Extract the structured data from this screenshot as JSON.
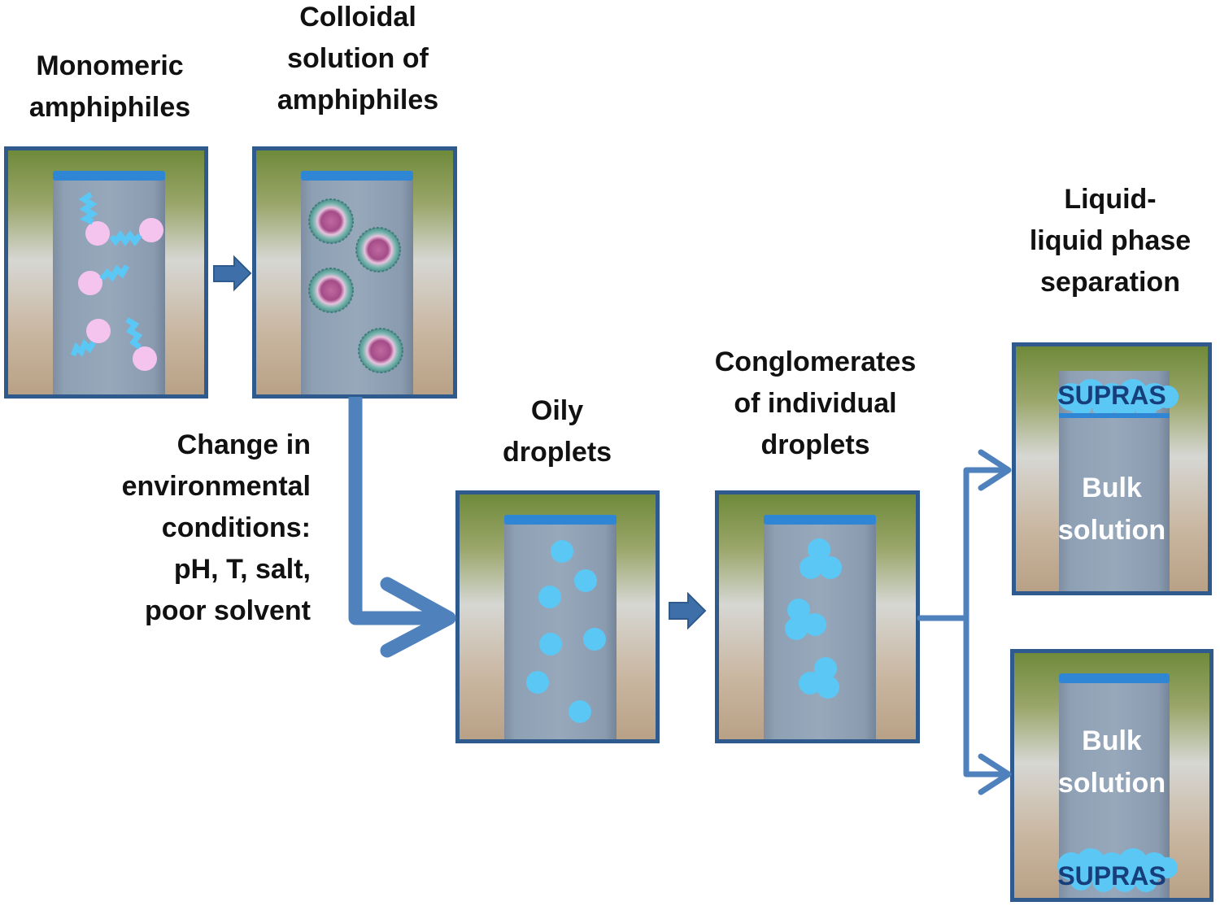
{
  "captions": {
    "monomeric": [
      "Monomeric",
      "amphiphiles"
    ],
    "colloidal": [
      "Colloidal",
      "solution of",
      "amphiphiles"
    ],
    "change": [
      "Change in",
      "environmental",
      "conditions:",
      "pH, T, salt,",
      "poor solvent"
    ],
    "oily": [
      "Oily",
      "droplets"
    ],
    "conglomerates": [
      "Conglomerates",
      "of individual",
      "droplets"
    ],
    "llps": [
      "Liquid-",
      "liquid phase",
      "separation"
    ]
  },
  "panel_top": {
    "supras": "SUPRAS",
    "bulk": [
      "Bulk",
      "solution"
    ]
  },
  "panel_bottom": {
    "bulk": [
      "Bulk",
      "solution"
    ],
    "supras": "SUPRAS"
  },
  "colors": {
    "arrow": "#4f81bd",
    "frame": "#2e5a8e",
    "droplet": "#5bc7f5",
    "head": "#f4c4ef",
    "supras_text": "#163e7a"
  }
}
